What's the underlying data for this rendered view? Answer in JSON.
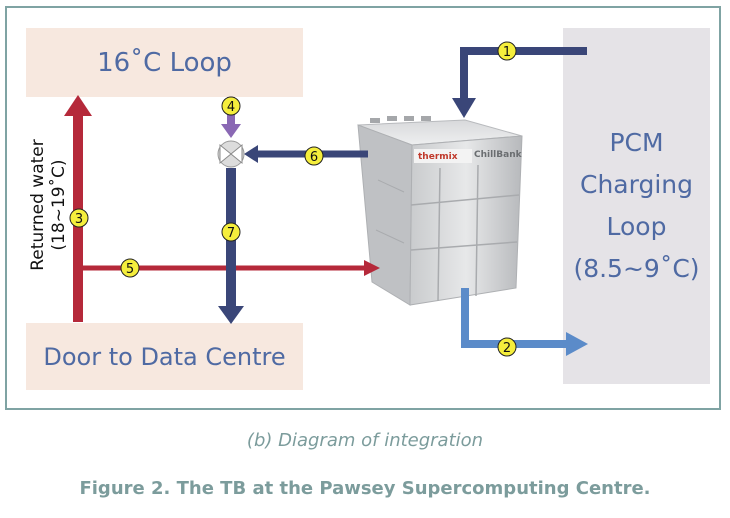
{
  "diagram": {
    "loop16_label": "16˚C Loop",
    "door_label": "Door to Data Centre",
    "pcm_lines": [
      "PCM",
      "Charging",
      "Loop",
      "(8.5~9˚C)"
    ],
    "returned_water_lines": [
      "Returned water",
      "(18~19˚C)"
    ],
    "tank_brand_a": "thermix",
    "tank_brand_b": "ChillBank",
    "markers": [
      "1",
      "2",
      "3",
      "4",
      "5",
      "6",
      "7"
    ],
    "colors": {
      "navy_pipe": "#3a4678",
      "red_pipe": "#b5293a",
      "blue_pipe": "#5b8bc9",
      "purple_pipe": "#8a68b4",
      "marker_fill": "#f5ee3c",
      "label_text": "#4f6aa3",
      "caption_text": "#7c9c9c"
    }
  },
  "captions": {
    "subcaption": "(b) Diagram of integration",
    "figure_caption": "Figure 2. The TB at the Pawsey Supercomputing Centre."
  }
}
